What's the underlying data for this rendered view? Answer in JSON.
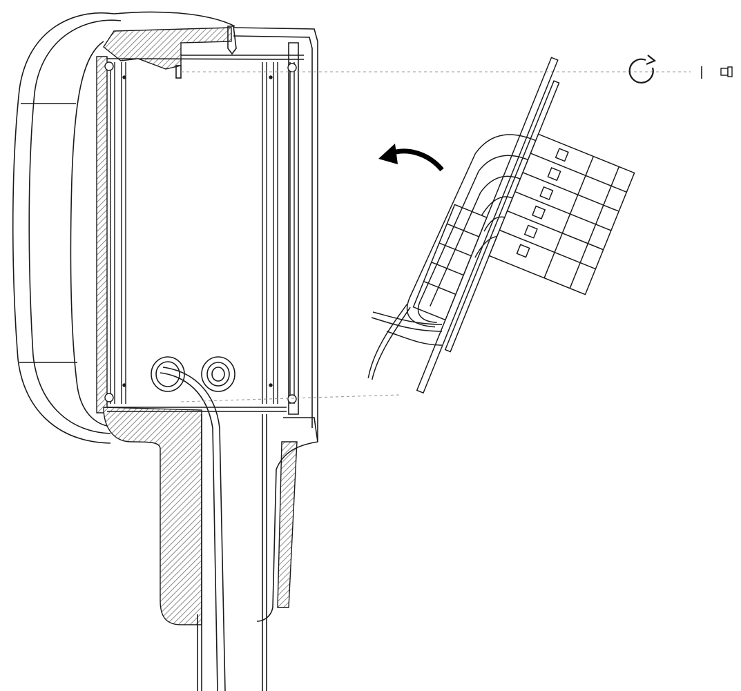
{
  "figure": {
    "kind": "technical-line-drawing",
    "colors": {
      "ink": "#1a1a1a",
      "hatch": "#6e6e6e",
      "guide": "#9a9a9a",
      "background": "#ffffff"
    },
    "icons": {
      "rotation": "clockwise-rotate-icon",
      "swing": "curved-arrow-left-icon",
      "screw": "screw-icon"
    },
    "breaker_count": 6,
    "cable_gland_count": 2
  }
}
